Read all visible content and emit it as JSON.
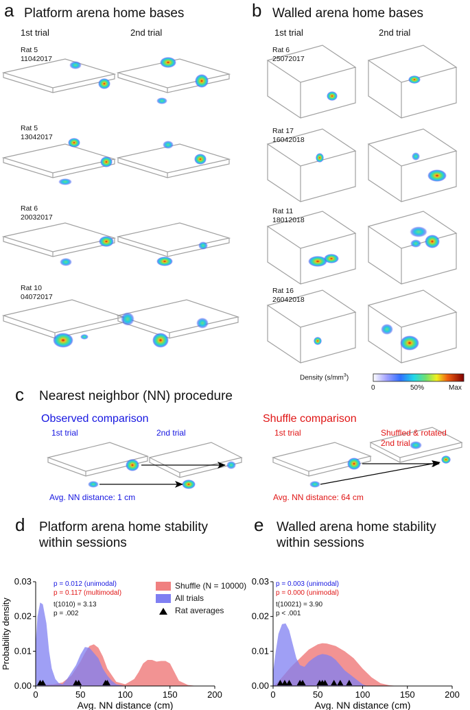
{
  "panel_a": {
    "letter": "a",
    "title": "Platform arena home bases",
    "trial1": "1st trial",
    "trial2": "2nd trial",
    "rows": [
      {
        "rat": "Rat 5",
        "date": "11042017"
      },
      {
        "rat": "Rat 5",
        "date": "13042017"
      },
      {
        "rat": "Rat 6",
        "date": "20032017"
      },
      {
        "rat": "Rat 10",
        "date": "04072017"
      }
    ]
  },
  "panel_b": {
    "letter": "b",
    "title": "Walled arena home bases",
    "trial1": "1st trial",
    "trial2": "2nd trial",
    "rows": [
      {
        "rat": "Rat 6",
        "date": "25072017"
      },
      {
        "rat": "Rat 17",
        "date": "16042018"
      },
      {
        "rat": "Rat 11",
        "date": "18012018"
      },
      {
        "rat": "Rat 16",
        "date": "26042018"
      }
    ]
  },
  "colorbar": {
    "label": "Density (s/mm",
    "label_sup": "3",
    "label_end": ")",
    "ticks": [
      "0",
      "50%",
      "Max"
    ]
  },
  "panel_c": {
    "letter": "c",
    "title": "Nearest neighbor (NN) procedure",
    "observed": {
      "title": "Observed comparison",
      "trial1": "1st trial",
      "trial2": "2nd trial",
      "result": "Avg. NN distance: 1 cm"
    },
    "shuffle": {
      "title": "Shuffle comparison",
      "trial1": "1st trial",
      "trial2_line1": "Shuffled & rotated",
      "trial2_line2": "2nd trial",
      "result": "Avg. NN distance: 64 cm"
    }
  },
  "colors": {
    "observed_blue": "#1515e0",
    "shuffle_red": "#e01515",
    "shuffle_fill": "#f08080",
    "trials_fill": "#7f7ff2",
    "overlap_fill": "#7a3a9a"
  },
  "panel_d": {
    "letter": "d",
    "title_line1": "Platform arena home stability",
    "title_line2": "within sessions",
    "p_unimodal": "p = 0.012 (unimodal)",
    "p_multimodal": "p = 0.117 (multimodal)",
    "t_stat": "t(1010) = 3.13",
    "t_p": "p = .002",
    "legend": [
      "Shuffle (N = 10000)",
      "All trials",
      "Rat averages"
    ]
  },
  "panel_e": {
    "letter": "e",
    "title_line1": "Walled arena home stability",
    "title_line2": "within sessions",
    "p_first": "p = 0.003 (unimodal)",
    "p_second": "p = 0.000 (unimodal)",
    "t_stat": "t(10021) = 3.90",
    "t_p": "p < .001"
  },
  "chart_data": [
    {
      "type": "area",
      "xlabel": "Avg. NN distance (cm)",
      "ylabel": "Probability density",
      "xlim": [
        0,
        200
      ],
      "ylim": [
        0,
        0.03
      ],
      "xticks": [
        0,
        50,
        100,
        150,
        200
      ],
      "yticks": [
        0,
        0.01,
        0.02,
        0.03
      ],
      "ytick_labels": [
        "0.00",
        "0.01",
        "0.02",
        "0.03"
      ],
      "grid": false,
      "legend_position": "top-right",
      "series": [
        {
          "name": "Shuffle (N = 10000)",
          "x": [
            0,
            5,
            10,
            20,
            30,
            40,
            50,
            55,
            60,
            65,
            70,
            75,
            80,
            90,
            100,
            110,
            115,
            120,
            125,
            130,
            135,
            140,
            145,
            150,
            155,
            160,
            170,
            180,
            200
          ],
          "y": [
            0,
            0.0002,
            0.0004,
            0.0005,
            0.001,
            0.003,
            0.007,
            0.0095,
            0.0115,
            0.012,
            0.011,
            0.0085,
            0.005,
            0.0012,
            0.0005,
            0.002,
            0.004,
            0.0065,
            0.0075,
            0.0075,
            0.007,
            0.0072,
            0.0072,
            0.0065,
            0.004,
            0.0015,
            0.0003,
            0,
            0
          ]
        },
        {
          "name": "All trials",
          "x": [
            0,
            2,
            5,
            8,
            12,
            15,
            18,
            22,
            26,
            30,
            35,
            40,
            45,
            50,
            55,
            60,
            65,
            70,
            75,
            80,
            85,
            90,
            100,
            200
          ],
          "y": [
            0.012,
            0.02,
            0.024,
            0.0235,
            0.018,
            0.01,
            0.005,
            0.002,
            0.0008,
            0.0005,
            0.002,
            0.004,
            0.006,
            0.009,
            0.0112,
            0.011,
            0.0095,
            0.008,
            0.005,
            0.003,
            0.0015,
            0.0005,
            0,
            0
          ]
        },
        {
          "name": "Rat averages",
          "x": [
            5,
            8,
            45,
            48,
            78,
            80
          ],
          "y": [
            0,
            0,
            0,
            0,
            0,
            0
          ]
        }
      ]
    },
    {
      "type": "area",
      "xlabel": "Avg. NN distance (cm)",
      "ylabel": "",
      "xlim": [
        0,
        200
      ],
      "ylim": [
        0,
        0.03
      ],
      "xticks": [
        0,
        50,
        100,
        150,
        200
      ],
      "yticks": [
        0,
        0.01,
        0.02,
        0.03
      ],
      "ytick_labels": [
        "0.00",
        "0.01",
        "0.02",
        "0.03"
      ],
      "grid": false,
      "series": [
        {
          "name": "Shuffle (N = 10000)",
          "x": [
            0,
            5,
            10,
            15,
            20,
            30,
            40,
            50,
            55,
            60,
            70,
            80,
            90,
            100,
            110,
            120,
            130,
            140,
            150,
            200
          ],
          "y": [
            0,
            0.001,
            0.0025,
            0.004,
            0.0055,
            0.008,
            0.0105,
            0.012,
            0.0123,
            0.0122,
            0.0115,
            0.01,
            0.008,
            0.005,
            0.0025,
            0.0008,
            0.0002,
            0,
            0,
            0
          ]
        },
        {
          "name": "All trials",
          "x": [
            0,
            3,
            6,
            10,
            14,
            18,
            22,
            26,
            30,
            35,
            40,
            45,
            50,
            55,
            60,
            65,
            70,
            75,
            80,
            90,
            100,
            105,
            200
          ],
          "y": [
            0.004,
            0.01,
            0.015,
            0.0178,
            0.018,
            0.016,
            0.012,
            0.008,
            0.006,
            0.0055,
            0.007,
            0.008,
            0.0088,
            0.0092,
            0.009,
            0.0085,
            0.0075,
            0.006,
            0.0045,
            0.0025,
            0.0005,
            0,
            0
          ]
        },
        {
          "name": "Rat averages",
          "x": [
            8,
            13,
            18,
            30,
            33,
            52,
            55,
            58,
            68,
            75,
            85
          ],
          "y": [
            0,
            0,
            0,
            0,
            0,
            0,
            0,
            0,
            0,
            0,
            0
          ]
        }
      ]
    }
  ]
}
